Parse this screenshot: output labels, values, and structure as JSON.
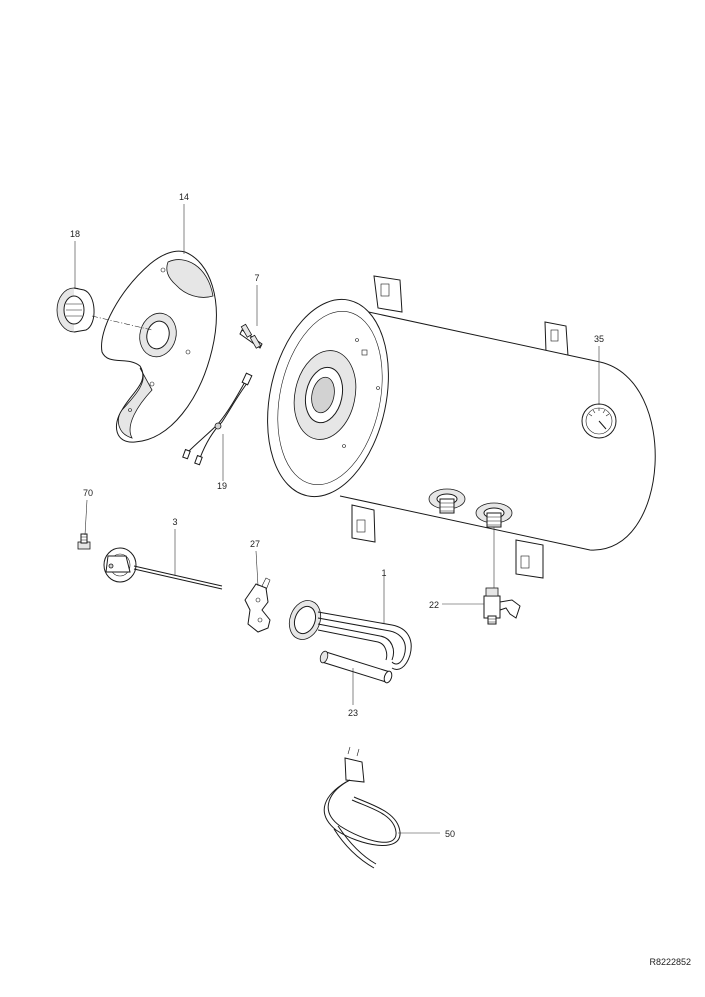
{
  "parts": {
    "p14": "14",
    "p18": "18",
    "p7": "7",
    "p35": "35",
    "p19": "19",
    "p70": "70",
    "p3": "3",
    "p27": "27",
    "p1": "1",
    "p22": "22",
    "p23": "23",
    "p50": "50"
  },
  "drawing_code": "R8222852"
}
